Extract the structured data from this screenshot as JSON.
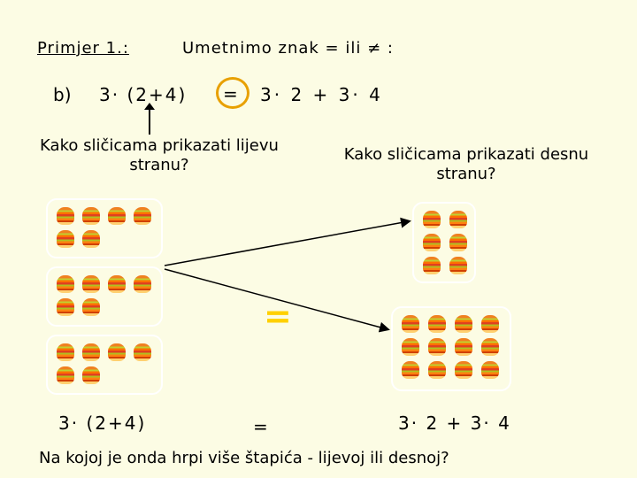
{
  "slide": {
    "heading": "Primjer 1.:",
    "subtitle": "Umetnimo znak = ili ≠ :",
    "part_label": "b)",
    "lhs": "3· (2+4)",
    "equal_sign": "=",
    "rhs": "3· 2 + 3· 4",
    "question_left": "Kako sličicama prikazati lijevu stranu?",
    "question_right": "Kako sličicama prikazati desnu stranu?",
    "big_equal": "=",
    "bottom_equal": "=",
    "expr_left": "3· (2+4)",
    "expr_right": "3· 2 + 3· 4",
    "final_question": "Na kojoj je onda hrpi više štapića - lijevoj ili desnoj?"
  },
  "left_groups": [
    {
      "count": 6
    },
    {
      "count": 6
    },
    {
      "count": 6
    }
  ],
  "right_groups": [
    {
      "count": 6
    },
    {
      "count": 12
    }
  ],
  "colors": {
    "background": "#fcfce4",
    "circle": "#e8a000",
    "big_equal": "#ffd000",
    "group_border": "#ffffff"
  },
  "icons": {
    "stick_bundle": "stick-bundle-icon"
  }
}
